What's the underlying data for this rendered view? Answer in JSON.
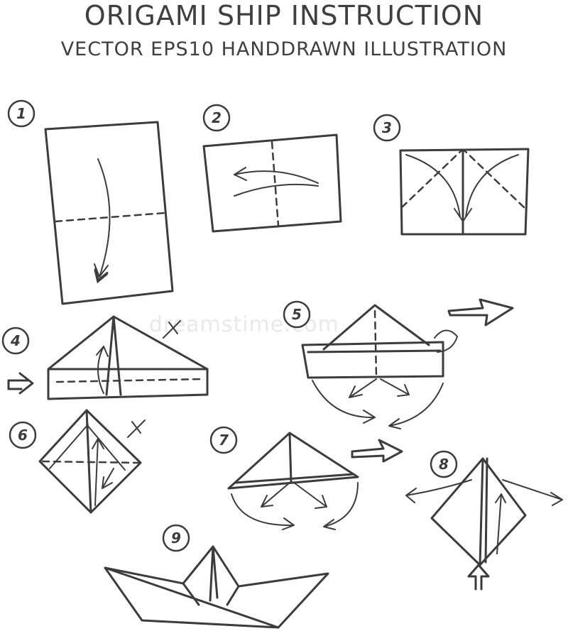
{
  "title": "ORIGAMI SHIP INSTRUCTION",
  "subtitle": "VECTOR EPS10 HANDDRAWN ILLUSTRATION",
  "watermark": "dreamstime.com",
  "steps": [
    {
      "number": "1"
    },
    {
      "number": "2"
    },
    {
      "number": "3"
    },
    {
      "number": "4"
    },
    {
      "number": "5"
    },
    {
      "number": "6"
    },
    {
      "number": "7"
    },
    {
      "number": "8"
    },
    {
      "number": "9"
    }
  ],
  "colors": {
    "ink": "#3c3c3c",
    "background": "#ffffff"
  }
}
